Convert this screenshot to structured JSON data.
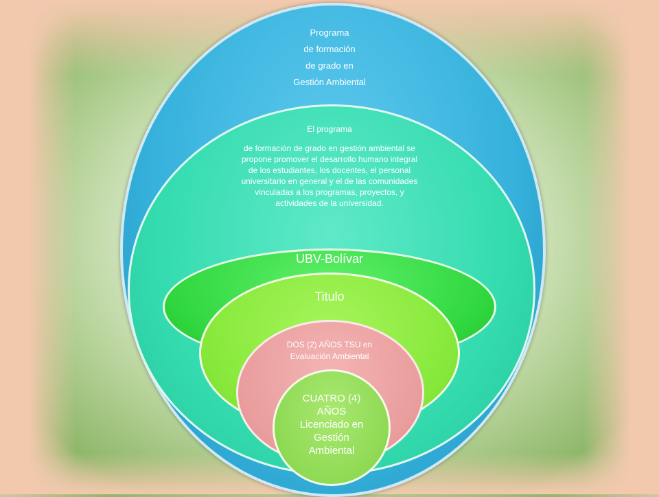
{
  "diagram": {
    "outer": {
      "lines": [
        "Programa",
        "de formación",
        "de grado en",
        "Gestión Ambiental"
      ]
    },
    "teal": {
      "heading": "El programa",
      "body": "de formación de grado en gestión ambiental se propone promover el desarrollo humano integral de los estudiantes, los docentes, el personal universitario en general y el de las comunidades vinculadas a los programas, proyectos, y actividades de la universidad."
    },
    "green": {
      "label": "UBV-Bolívar"
    },
    "lime": {
      "label": "Titulo"
    },
    "pink": {
      "label": "DOS (2) AÑOS TSU en Evaluación Ambiental"
    },
    "inner": {
      "label": "CUATRO (4) AÑOS Licenciado en Gestión Ambiental"
    }
  },
  "colors": {
    "outer": "#36b2dc",
    "teal": "#35dcb0",
    "green": "#2fd63e",
    "lime": "#86e83a",
    "pink": "#e99d9d",
    "inner": "#8fda55",
    "frame": "#f3c9ae"
  }
}
